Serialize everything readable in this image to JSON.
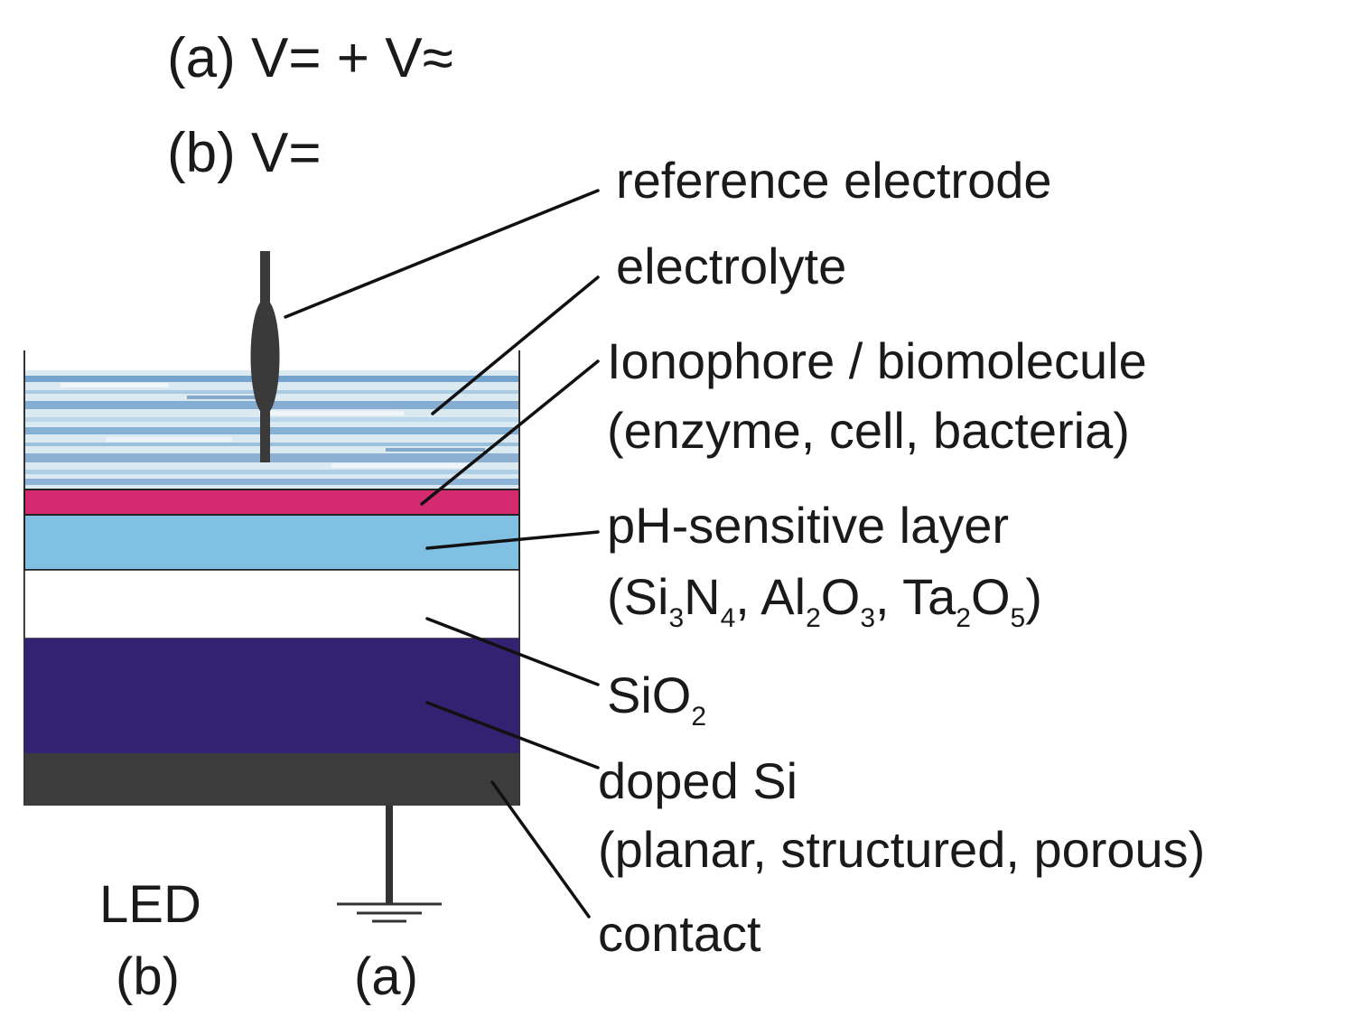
{
  "bias": {
    "line_a": "(a) V= + V≈",
    "line_b": "(b) V="
  },
  "labels": {
    "reference_electrode": "reference electrode",
    "electrolyte": "electrolyte",
    "ionophore_1": "Ionophore / biomolecule",
    "ionophore_2": "(enzyme, cell, bacteria)",
    "ph_layer_1": "pH-sensitive layer",
    "ph_layer_2": {
      "p1": "(Si",
      "s1": "3",
      "p2": "N",
      "s2": "4",
      "p3": ", Al",
      "s3": "2",
      "p4": "O",
      "s4": "3",
      "p5": ", Ta",
      "s5": "2",
      "p6": "O",
      "s6": "5",
      "p7": ")"
    },
    "sio2": {
      "base": "SiO",
      "sub": "2"
    },
    "doped_si_1": "doped Si",
    "doped_si_2": "(planar, structured, porous)",
    "contact": "contact",
    "led": "LED",
    "led_mode": "(b)",
    "ground_mode": "(a)"
  },
  "colors": {
    "electrolyte_dark": "#3b7bb4",
    "electrolyte_light": "#d6e6ef",
    "ionophore": "#d42a70",
    "ph_layer": "#7fc0e3",
    "sio2": "#ffffff",
    "doped_si": "#332271",
    "contact": "#3c3c3c",
    "electrode": "#3a3a3a"
  }
}
